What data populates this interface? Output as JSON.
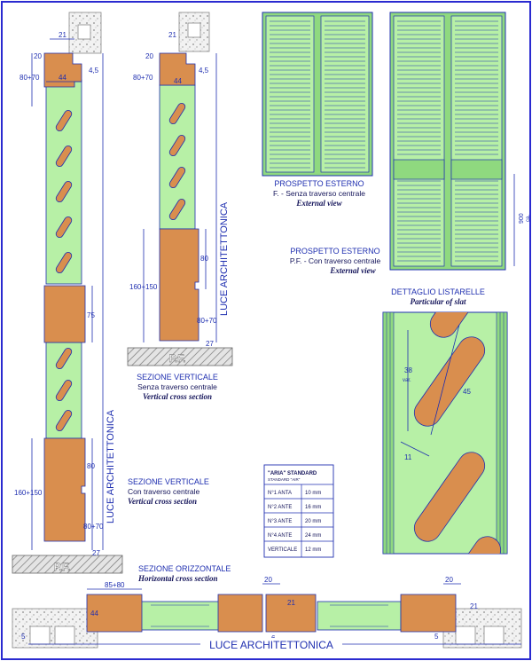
{
  "labels": {
    "luce_architettonica": "LUCE ARCHITETTONICA",
    "pf_a": "P.F.",
    "pf_b": "P.F."
  },
  "dims": {
    "d21": "21",
    "d20": "20",
    "d44": "44",
    "d80_70": "80+70",
    "d75": "75",
    "d80": "80",
    "d160_150": "160+150",
    "d27": "27",
    "d4_5": "4,5",
    "d85_80": "85+80",
    "d6": "6",
    "d5": "5",
    "d900": "900",
    "d900_unit": "ca.",
    "slat_38": "38",
    "slat_38_sub": "var.",
    "slat_45": "45",
    "slat_11": "11"
  },
  "sections": {
    "sv_a": {
      "title": "SEZIONE VERTICALE",
      "line1": "Senza traverso centrale",
      "line2": "Vertical cross section"
    },
    "sv_b": {
      "title": "SEZIONE VERTICALE",
      "line1": "Con traverso centrale",
      "line2": "Vertical cross section"
    },
    "so": {
      "title": "SEZIONE ORIZZONTALE",
      "line2": "Horizontal cross section"
    },
    "pe_a": {
      "title": "PROSPETTO ESTERNO",
      "line1": "F. - Senza traverso centrale",
      "line2": "External view"
    },
    "pe_b": {
      "title": "PROSPETTO ESTERNO",
      "line1": "P.F. - Con traverso centrale",
      "line2": "External view"
    },
    "dl": {
      "title": "DETTAGLIO LISTARELLE",
      "line2": "Particular of slat"
    }
  },
  "table": {
    "header1": "\"ARIA\" STANDARD",
    "header2": "STANDARD \"AIR\"",
    "rows": [
      {
        "label": "N°1 ANTA",
        "value": "10 mm"
      },
      {
        "label": "N°2 ANTE",
        "value": "16 mm"
      },
      {
        "label": "N°3 ANTE",
        "value": "20 mm"
      },
      {
        "label": "N°4 ANTE",
        "value": "24 mm"
      },
      {
        "label": "VERTICALE",
        "value": "12 mm"
      }
    ]
  },
  "colors": {
    "wood": "#d98e4e",
    "louver_green": "#b7f0a6",
    "line_blue": "#1f2fb0",
    "frame_border": "#2a2ad0"
  }
}
